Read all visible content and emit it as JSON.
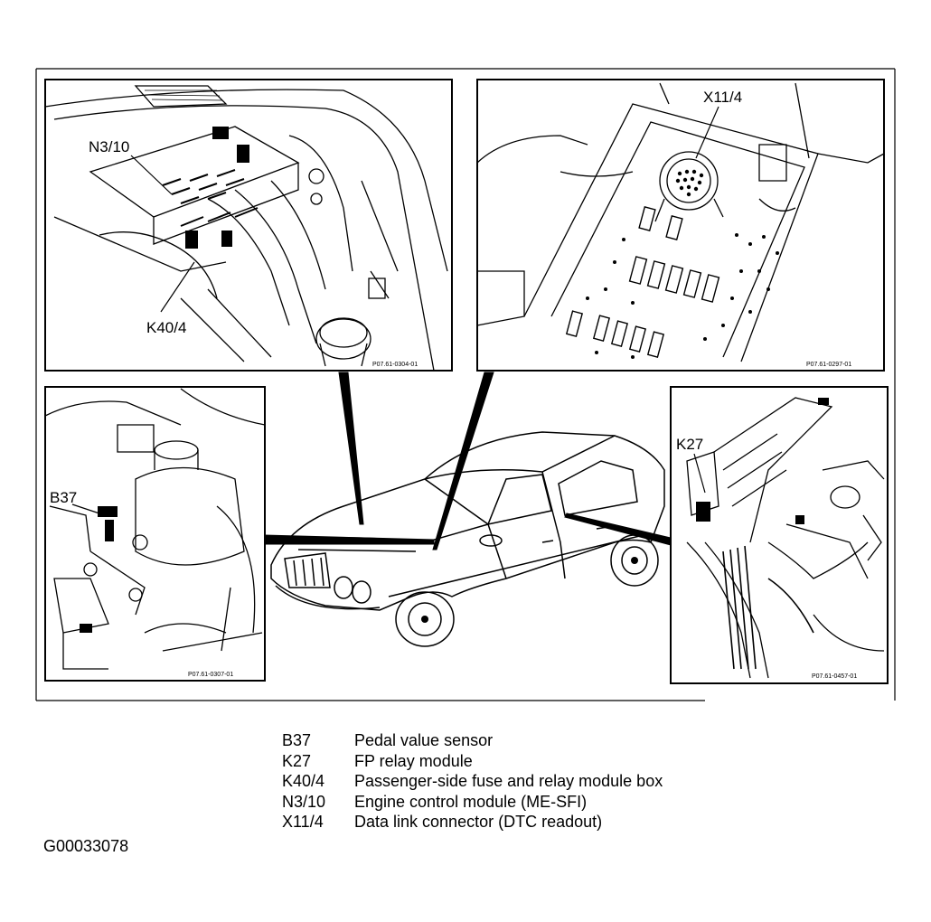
{
  "callouts": {
    "n3_10": "N3/10",
    "k40_4": "K40/4",
    "x11_4": "X11/4",
    "b37": "B37",
    "k27": "K27"
  },
  "panel_part_numbers": {
    "top_left": "P07.61-0304-01",
    "top_right": "P07.61-0297-01",
    "bottom_left": "P07.61-0307-01",
    "bottom_right": "P07.61-0457-01"
  },
  "legend": [
    {
      "code": "B37",
      "description": "Pedal value sensor"
    },
    {
      "code": "K27",
      "description": "FP relay module"
    },
    {
      "code": "K40/4",
      "description": "Passenger-side fuse and relay module box"
    },
    {
      "code": "N3/10",
      "description": "Engine control module (ME-SFI)"
    },
    {
      "code": "X11/4",
      "description": "Data link connector (DTC readout)"
    }
  ],
  "figure_id": "G00033078"
}
